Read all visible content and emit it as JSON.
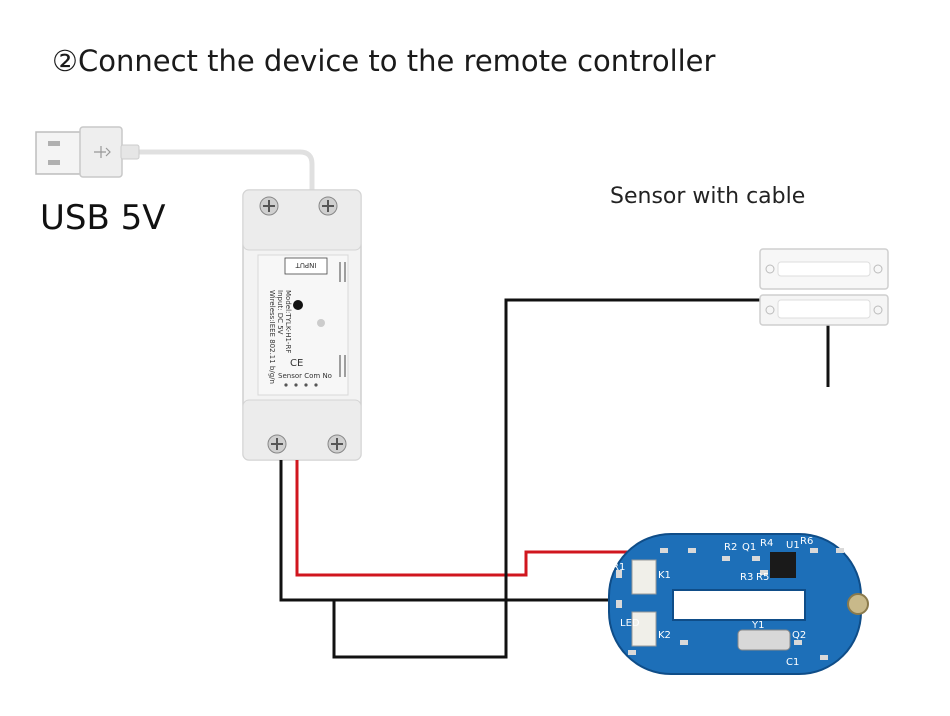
{
  "title": "②Connect the device to the remote controller",
  "usb_label": "USB 5V",
  "sensor_label": "Sensor with cable",
  "device": {
    "input_label": "INPUT",
    "model_line1": "Model:TYLK-H1-RF",
    "model_line2": "Input: DC 5V",
    "model_line3": "Wireless:IEEE 802.11 b/g/n",
    "terminals": "Sensor Com No",
    "ce_mark": "CE"
  },
  "pcb_labels": {
    "r2": "R2",
    "q1": "Q1",
    "r4": "R4",
    "u1": "U1",
    "r6": "R6",
    "r1": "R1",
    "k1": "K1",
    "r3": "R3",
    "r5": "R5",
    "led": "LED",
    "k2": "K2",
    "y1": "Y1",
    "q2": "Q2",
    "c1": "C1"
  },
  "colors": {
    "wire_red": "#d0161e",
    "wire_black": "#111111",
    "pcb_blue": "#1d6fb8",
    "device_body": "#f3f3f3"
  }
}
